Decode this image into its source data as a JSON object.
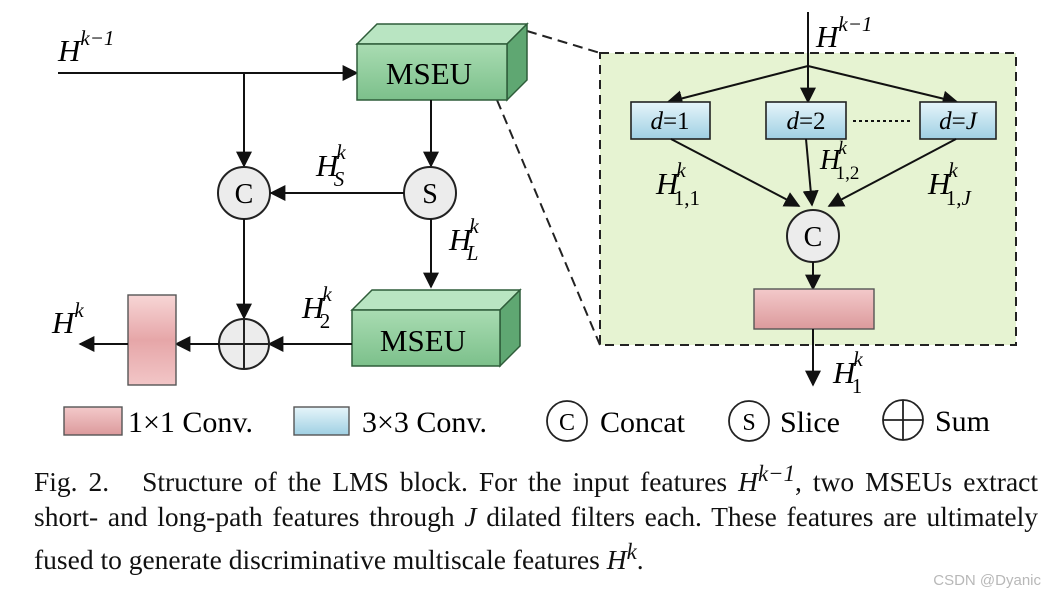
{
  "modules": {
    "mseu_top": "MSEU",
    "mseu_bottom": "MSEU"
  },
  "ops": {
    "concat_symbol": "C",
    "slice_symbol": "S"
  },
  "labels": {
    "input_main": "H",
    "input_main_sup": "k−1",
    "input_detail": "H",
    "input_detail_sup": "k−1",
    "short_path": "H",
    "short_path_sup": "k",
    "short_path_sub": "S",
    "long_path": "H",
    "long_path_sup": "k",
    "long_path_sub": "L",
    "mseu2_out": "H",
    "mseu2_out_sup": "k",
    "mseu2_out_sub": "2",
    "output": "H",
    "output_sup": "k",
    "detail_out": "H",
    "detail_out_sup": "k",
    "detail_out_sub": "1",
    "branch_1": "H",
    "branch_1_sup": "k",
    "branch_1_sub": "1,1",
    "branch_2": "H",
    "branch_2_sup": "k",
    "branch_2_sub": "1,2",
    "branch_J": "H",
    "branch_J_sup": "k",
    "branch_J_sub": "1,",
    "branch_J_sub_italic": "J"
  },
  "dilated_filters": [
    {
      "d": "d",
      "eq": "=1"
    },
    {
      "d": "d",
      "eq": "=2"
    },
    {
      "d": "d",
      "eq": "=J"
    }
  ],
  "legend": {
    "conv1": "1×1 Conv.",
    "conv3": "3×3 Conv.",
    "concat_symbol": "C",
    "concat": "Concat",
    "slice_symbol": "S",
    "slice": "Slice",
    "sum": "Sum"
  },
  "caption": {
    "prefix": "Fig. 2.",
    "text1": "Structure of the LMS block. For the input features ",
    "H": "H",
    "sup1": "k−1",
    "text2": ", two MSEUs extract short- and long-path features through ",
    "J": "J",
    "text3": " dilated filters each. These features are ultimately fused to generate discriminative multiscale features ",
    "H2": "H",
    "sup2": "k",
    "text4": "."
  },
  "watermark": "CSDN @Dyanic",
  "colors": {
    "mseu_front": "#8ccf9b",
    "mseu_top": "#b6e3bf",
    "mseu_side": "#5fa772",
    "detail_bg": "#e6f3d2",
    "conv3_fill": "#bfe3ef",
    "conv1_fill": "#e9aeb0",
    "op_fill": "#ececec"
  }
}
